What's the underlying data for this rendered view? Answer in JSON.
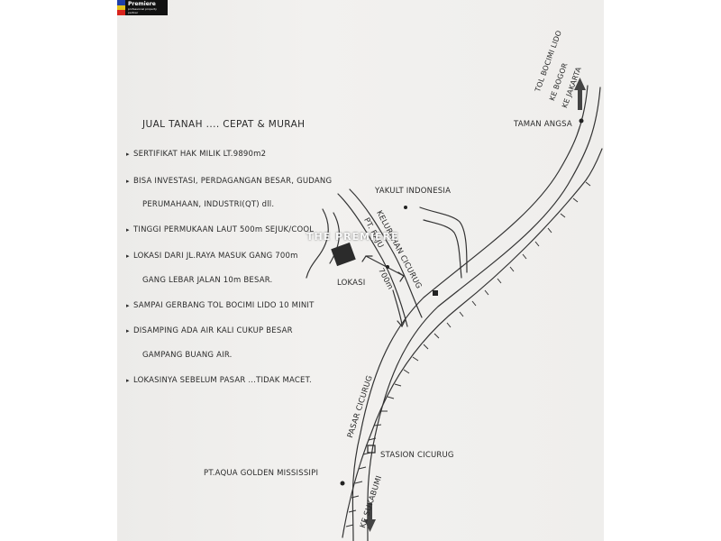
{
  "logo": {
    "title": "Premiere",
    "subtitle": "professional property partner"
  },
  "title": "JUAL TANAH .... CEPAT & MURAH",
  "bullets": [
    {
      "text": "SERTIFIKAT HAK MILIK    LT.9890m2",
      "marker": true
    },
    {
      "text": "BISA INVESTASI, PERDAGANGAN BESAR, GUDANG",
      "marker": true
    },
    {
      "text": "PERUMAHAAN, INDUSTRI(QT) dll.",
      "marker": false
    },
    {
      "text": "TINGGI PERMUKAAN LAUT 500m SEJUK/COOL",
      "marker": true
    },
    {
      "text": "LOKASI DARI JL.RAYA MASUK GANG 700m",
      "marker": true
    },
    {
      "text": "GANG LEBAR JALAN 10m BESAR.",
      "marker": false
    },
    {
      "text": "SAMPAI GERBANG TOL BOCIMI LIDO 10 MINIT",
      "marker": true
    },
    {
      "text": "DISAMPING ADA AIR KALI CUKUP BESAR",
      "marker": true
    },
    {
      "text": "GAMPANG BUANG AIR.",
      "marker": false
    },
    {
      "text": "LOKASINYA SEBELUM PASAR ...TIDAK MACET.",
      "marker": true
    }
  ],
  "map": {
    "tol": "TOL BOCIMI LIDO",
    "ke_bogor": "KE BOGOR",
    "ke_jakarta": "KE JAKARTA",
    "taman_angsa": "TAMAN ANGSA",
    "yakult": "YAKULT INDONESIA",
    "kelurahan": "KELURAHAN CICURUG",
    "pt_baju": "PT. BAJU",
    "distance": "700m",
    "lokasi": "LOKASI",
    "pasar": "PASAR CICURUG",
    "stasion": "STASION CICURUG",
    "aqua": "PT.AQUA GOLDEN MISSISSIPI",
    "ke_sukabumi": "KE SUKABUMI"
  },
  "watermark": "THE PREMIERE"
}
